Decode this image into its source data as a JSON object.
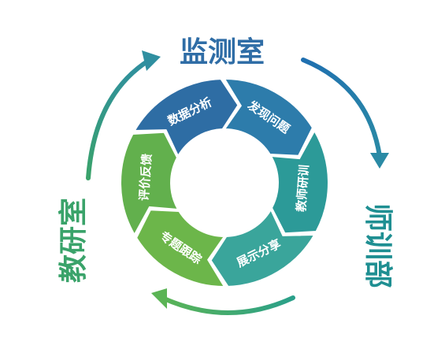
{
  "outer": {
    "labels": [
      {
        "text": "监测室",
        "color": "#2f6da6"
      },
      {
        "text": "师训部",
        "color": "#1f8f92"
      },
      {
        "text": "教研室",
        "color": "#3aa36a"
      }
    ],
    "arrow_colors": [
      "#2f6da6",
      "#1f8f92",
      "#3aa36a"
    ]
  },
  "cycle": {
    "segments": [
      {
        "text": "数据分析",
        "color": "#2e6da4"
      },
      {
        "text": "发现问题",
        "color": "#2d7cab"
      },
      {
        "text": "教师研训",
        "color": "#2c9a98"
      },
      {
        "text": "展示分享",
        "color": "#3aa59b"
      },
      {
        "text": "专题跟踪",
        "color": "#6cb64a"
      },
      {
        "text": "评价反馈",
        "color": "#62b04d"
      }
    ]
  }
}
